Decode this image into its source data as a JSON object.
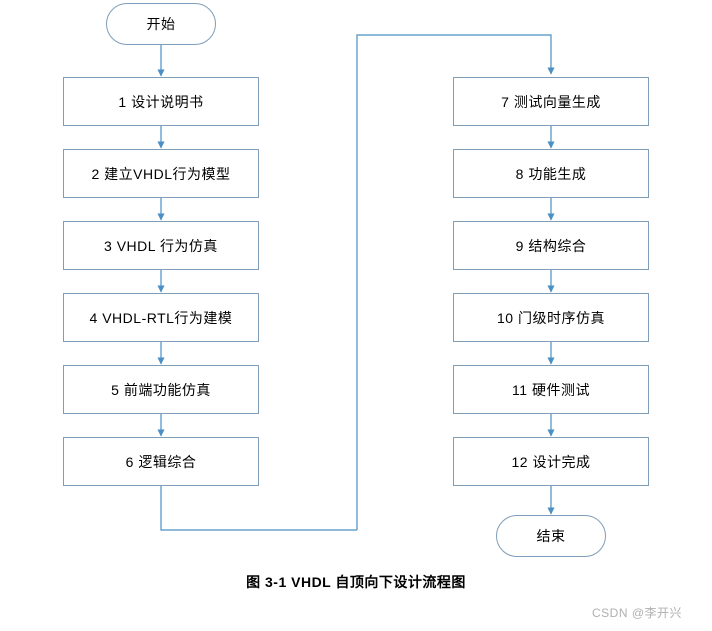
{
  "diagram": {
    "caption": "图 3-1  VHDL 自顶向下设计流程图",
    "watermark": "CSDN @李开兴",
    "colors": {
      "box_border": "#7f9db9",
      "connector": "#4a90c4",
      "text": "#000000",
      "watermark": "#b0b0b0",
      "background": "#ffffff"
    },
    "left_column": [
      {
        "id": "start",
        "label": "开始",
        "shape": "terminal"
      },
      {
        "id": "step1",
        "label": "1  设计说明书",
        "shape": "process"
      },
      {
        "id": "step2",
        "label": "2  建立VHDL行为模型",
        "shape": "process"
      },
      {
        "id": "step3",
        "label": "3  VHDL 行为仿真",
        "shape": "process"
      },
      {
        "id": "step4",
        "label": "4  VHDL-RTL行为建模",
        "shape": "process"
      },
      {
        "id": "step5",
        "label": "5  前端功能仿真",
        "shape": "process"
      },
      {
        "id": "step6",
        "label": "6  逻辑综合",
        "shape": "process"
      }
    ],
    "right_column": [
      {
        "id": "step7",
        "label": "7  测试向量生成",
        "shape": "process"
      },
      {
        "id": "step8",
        "label": "8  功能生成",
        "shape": "process"
      },
      {
        "id": "step9",
        "label": "9  结构综合",
        "shape": "process"
      },
      {
        "id": "step10",
        "label": "10  门级时序仿真",
        "shape": "process"
      },
      {
        "id": "step11",
        "label": "11  硬件测试",
        "shape": "process"
      },
      {
        "id": "step12",
        "label": "12  设计完成",
        "shape": "process"
      },
      {
        "id": "end",
        "label": "结束",
        "shape": "terminal"
      }
    ]
  }
}
